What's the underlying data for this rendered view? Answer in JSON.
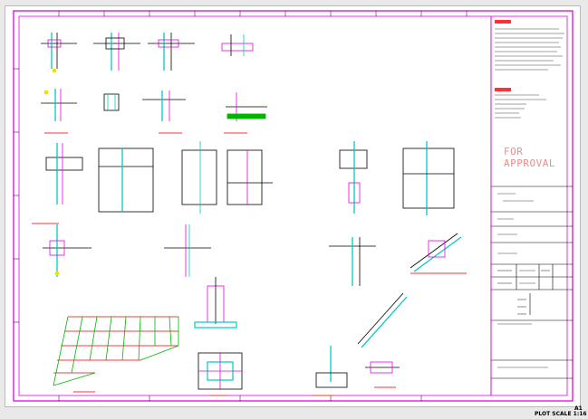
{
  "drawing": {
    "title_block": {
      "approval_stamp": "FOR APPROVAL"
    },
    "sheet_size": "A1",
    "plot_scale": "PLOT SCALE 1:16"
  },
  "colors": {
    "border": "#e600e6",
    "approval": "#f08c8c",
    "linework": "#000000",
    "steel": "#00c8c8",
    "anchor": "#e6e600",
    "grid_red": "#e60000",
    "grid_green": "#00b400",
    "section_label": "#ff3333"
  }
}
